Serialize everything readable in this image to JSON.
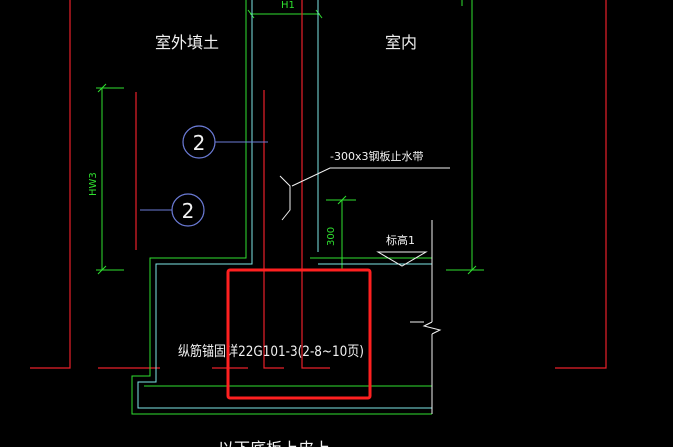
{
  "drawing": {
    "label_outdoor_fill": "室外填土",
    "label_indoor": "室内",
    "label_water_stop": "-300x3钢板止水带",
    "label_elevation": "标高1",
    "label_anchorage": "纵筋锚固详22G101-3(2-8~10页)",
    "label_bottom_partial": "以下底板上皮上",
    "dim_h1": "H1",
    "dim_hw3": "HW3",
    "dim_300": "300",
    "callout_upper": "2",
    "callout_lower": "2",
    "colors": {
      "background": "#000000",
      "rebar_red": "#e8202a",
      "dimension_green": "#2fe02f",
      "wall_outline_cyan": "#7ee6e6",
      "callout_blue": "#6b7bd6",
      "highlight_box": "#ff2020",
      "text_white": "#f2f2f2"
    }
  }
}
